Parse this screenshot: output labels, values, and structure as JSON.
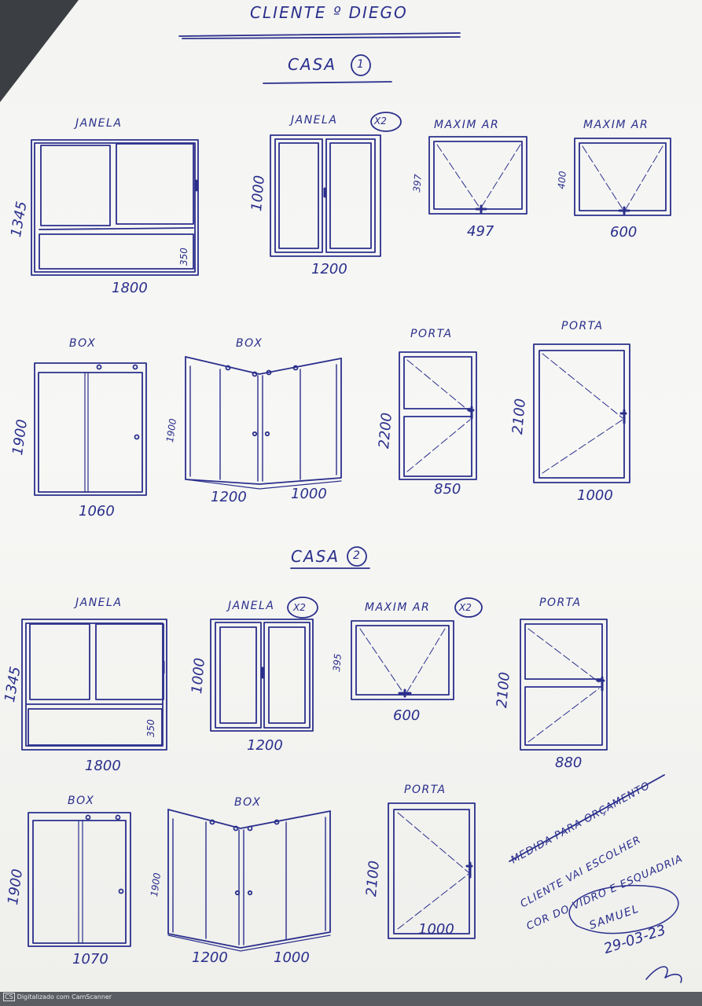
{
  "header": {
    "title": "CLIENTE º DIEGO"
  },
  "house1": {
    "title": "CASA",
    "number": "1",
    "janela": {
      "label": "JANELA",
      "height": "1345",
      "width": "1800",
      "bottom_panel": "350"
    },
    "janela_pair": {
      "label": "JANELA",
      "qty": "X2",
      "height": "1000",
      "width": "1200"
    },
    "maximar_a": {
      "label": "MAXIM AR",
      "height": "397",
      "width": "497"
    },
    "maximar_b": {
      "label": "MAXIM AR",
      "height": "400",
      "width": "600"
    },
    "box_a": {
      "label": "BOX",
      "height": "1900",
      "width": "1060"
    },
    "box_b": {
      "label": "BOX",
      "height": "1900",
      "width_left": "1200",
      "width_right": "1000"
    },
    "porta_a": {
      "label": "PORTA",
      "height": "2200",
      "width": "850"
    },
    "porta_b": {
      "label": "PORTA",
      "height": "2100",
      "width": "1000"
    }
  },
  "house2": {
    "title": "CASA",
    "number": "2",
    "janela": {
      "label": "JANELA",
      "height": "1345",
      "width": "1800",
      "bottom_panel": "350"
    },
    "janela_pair": {
      "label": "JANELA",
      "qty": "X2",
      "height": "1000",
      "width": "1200"
    },
    "maximar": {
      "label": "MAXIM AR",
      "qty": "X2",
      "height": "395",
      "width": "600"
    },
    "porta_a": {
      "label": "PORTA",
      "height": "2100",
      "width": "880"
    },
    "box_a": {
      "label": "BOX",
      "height": "1900",
      "width": "1070"
    },
    "box_b": {
      "label": "BOX",
      "height": "1900",
      "width_left": "1200",
      "width_right": "1000"
    },
    "porta_b": {
      "label": "PORTA",
      "height": "2100",
      "width": "1000"
    }
  },
  "note": {
    "line1": "MEDIDA PARA ORÇAMENTO",
    "line2": "CLIENTE VAI ESCOLHER",
    "line3": "COR DO VIDRO E ESQUADRIA"
  },
  "signature": {
    "name": "SAMUEL",
    "date": "29-03-23"
  },
  "scanner": {
    "badge": "CS",
    "text": "Digitalizado com CamScanner"
  },
  "colors": {
    "ink": "#2a2f8c",
    "paper": "#f4f4f2",
    "background": "#5a5e63"
  }
}
